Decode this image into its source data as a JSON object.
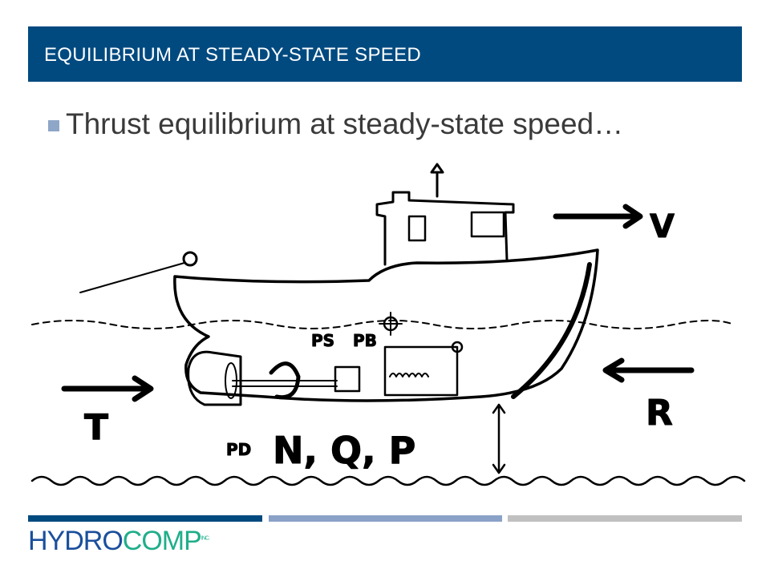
{
  "header": {
    "title": "EQUILIBRIUM  AT STEADY-STATE SPEED"
  },
  "bullet": {
    "text": "Thrust equilibrium at steady-state speed…"
  },
  "illustration": {
    "labels": {
      "velocity": "V",
      "thrust": "T",
      "resistance": "R",
      "shaft_power": "PS",
      "brake_power": "PB",
      "delivered_power": "PD",
      "rpm_torque_power": "N, Q, P"
    }
  },
  "footer": {
    "logo_part1": "HYDRO",
    "logo_part2": "COMP",
    "logo_inc": "INC.",
    "bar_colors": [
      "#004a80",
      "#8aa2c8",
      "#c0c0c0"
    ]
  },
  "colors": {
    "accent": "#004a80",
    "bullet": "#8ea6c8"
  }
}
